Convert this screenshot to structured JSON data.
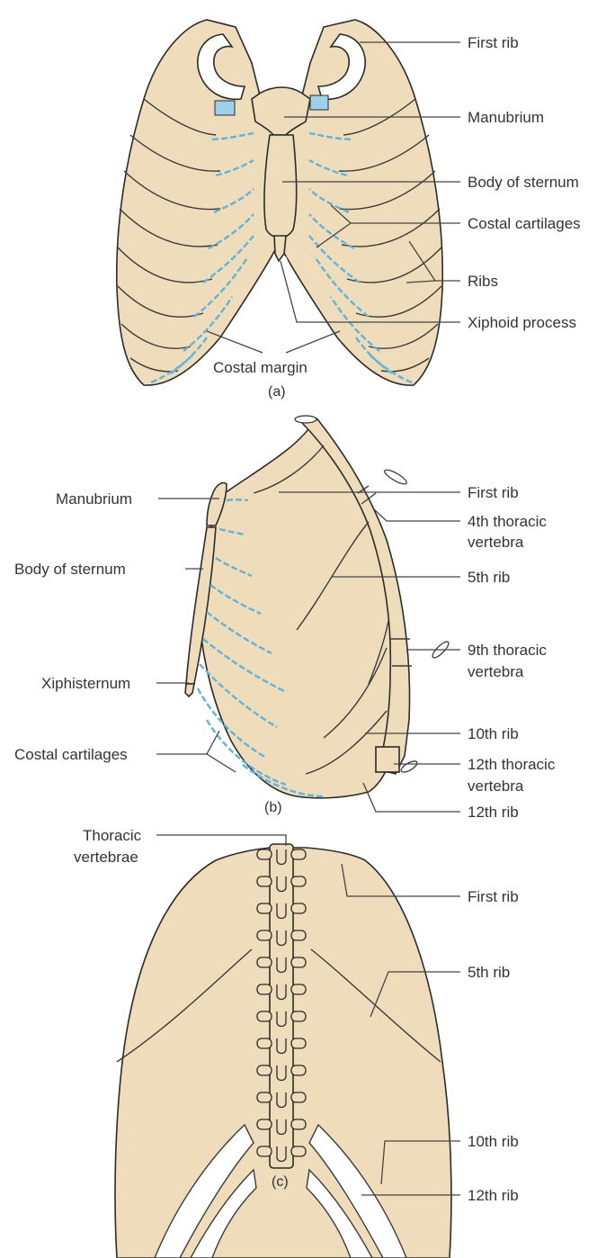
{
  "panel_a": {
    "caption": "(a)",
    "labels": {
      "first_rib": "First rib",
      "manubrium": "Manubrium",
      "body_of_sternum": "Body of sternum",
      "costal_cartilages": "Costal cartilages",
      "ribs": "Ribs",
      "xiphoid_process": "Xiphoid process",
      "costal_margin": "Costal margin"
    }
  },
  "panel_b": {
    "caption": "(b)",
    "labels": {
      "manubrium": "Manubrium",
      "body_of_sternum": "Body of sternum",
      "xiphisternum": "Xiphisternum",
      "costal_cartilages": "Costal cartilages",
      "first_rib": "First rib",
      "t4_line1": "4th thoracic",
      "t4_line2": "vertebra",
      "rib5": "5th rib",
      "t9_line1": "9th thoracic",
      "t9_line2": "vertebra",
      "rib10": "10th rib",
      "t12_line1": "12th thoracic",
      "t12_line2": "vertebra",
      "rib12": "12th rib"
    }
  },
  "panel_c": {
    "caption": "(c)",
    "labels": {
      "thoracic_line1": "Thoracic",
      "thoracic_line2": "vertebrae",
      "first_rib": "First rib",
      "rib5": "5th rib",
      "rib10": "10th rib",
      "rib12": "12th rib"
    }
  },
  "colors": {
    "bone": "#efdcba",
    "cartilage": "#5fb4dc",
    "outline": "#2b2b2b",
    "text": "#333333"
  }
}
